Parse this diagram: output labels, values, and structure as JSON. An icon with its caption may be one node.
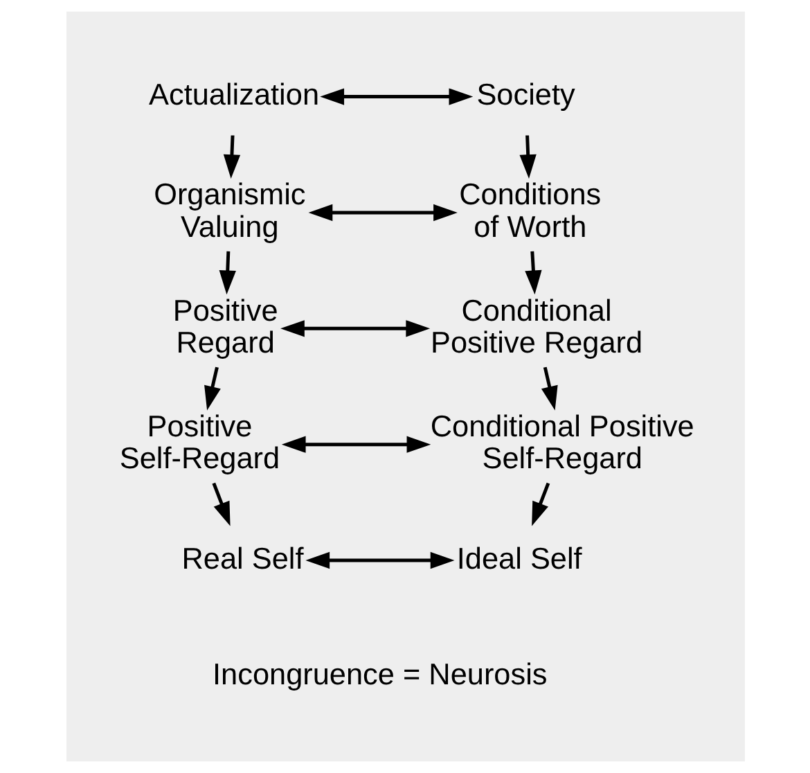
{
  "diagram": {
    "nodes": [
      {
        "text": [
          "Actualization"
        ]
      },
      {
        "text": [
          "Society"
        ]
      },
      {
        "text": [
          "Organismic Valuing"
        ]
      },
      {
        "text": [
          "Conditions of Worth"
        ]
      },
      {
        "text": [
          "Positive Regard"
        ]
      },
      {
        "text": [
          "Conditional Positive Regard"
        ]
      },
      {
        "text": [
          "Positive Self-Regard"
        ]
      },
      {
        "text": [
          "Conditional Positive Self-Regard"
        ]
      },
      {
        "text": [
          "Real Self"
        ]
      },
      {
        "text": [
          "Ideal Self"
        ]
      }
    ],
    "edges": [
      {
        "from": 0,
        "to": 1,
        "arrow": "both"
      },
      {
        "from": 0,
        "to": 2,
        "arrow": "to"
      },
      {
        "from": 1,
        "to": 3,
        "arrow": "to"
      },
      {
        "from": 2,
        "to": 3,
        "arrow": "both"
      },
      {
        "from": 2,
        "to": 4,
        "arrow": "to"
      },
      {
        "from": 3,
        "to": 5,
        "arrow": "to"
      },
      {
        "from": 4,
        "to": 5,
        "arrow": "both"
      },
      {
        "from": 4,
        "to": 6,
        "arrow": "to"
      },
      {
        "from": 5,
        "to": 7,
        "arrow": "to"
      },
      {
        "from": 6,
        "to": 7,
        "arrow": "both"
      },
      {
        "from": 6,
        "to": 8,
        "arrow": "to"
      },
      {
        "from": 7,
        "to": 9,
        "arrow": "to"
      },
      {
        "from": 8,
        "to": 9,
        "arrow": "both"
      }
    ],
    "labels": [
      "Incongruence = Neurosis"
    ]
  }
}
